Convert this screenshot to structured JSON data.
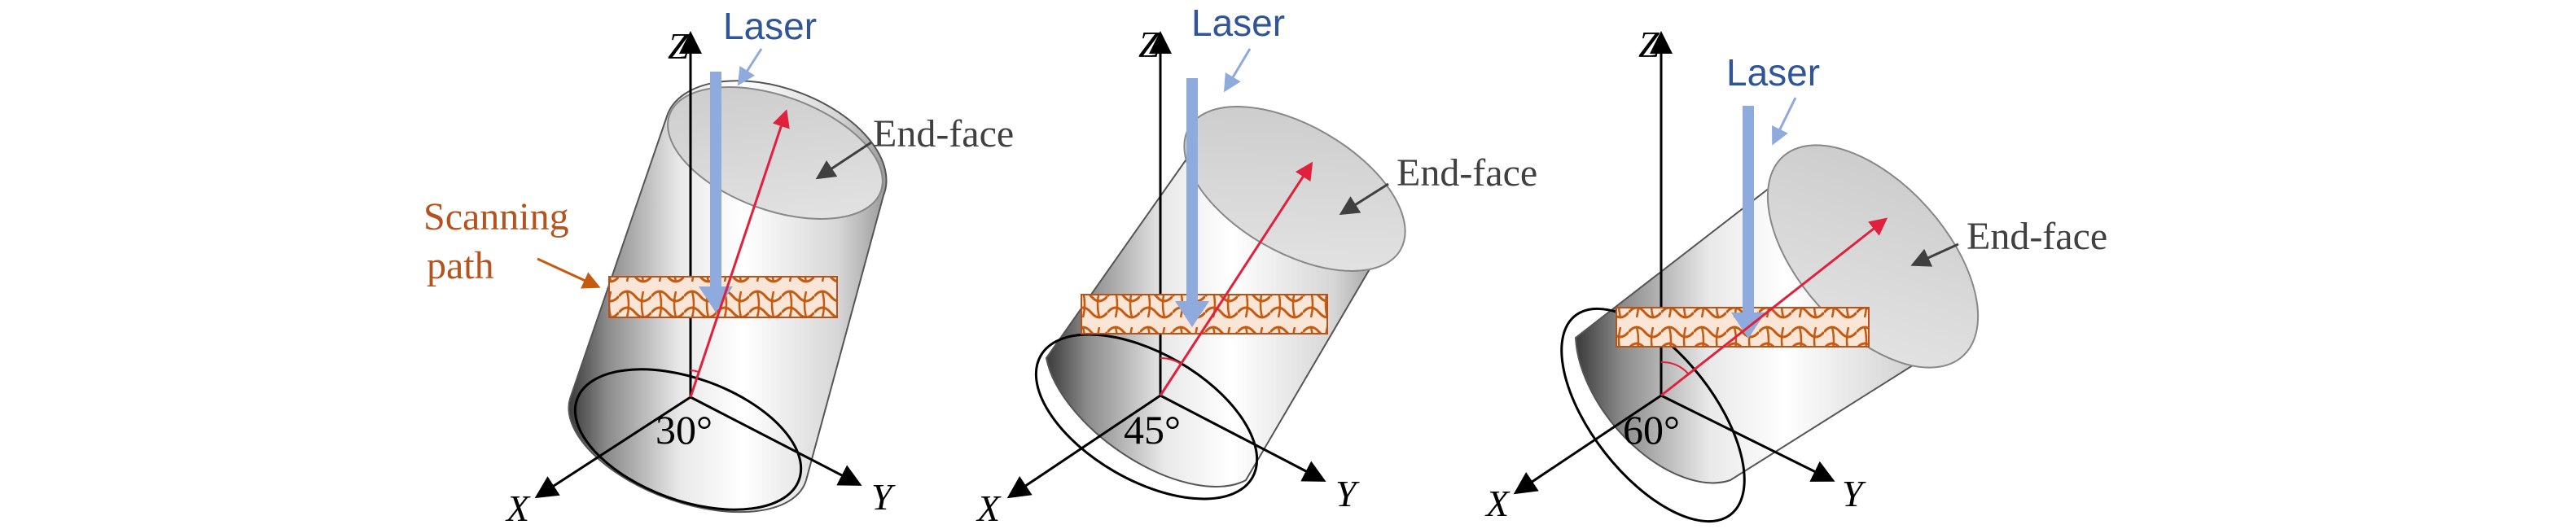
{
  "colors": {
    "laser_text": "#2f5597",
    "laser_beam": "#8faadc",
    "red_vector": "#e0203c",
    "label_gray": "#404040",
    "scanning_text": "#b5531f",
    "path_fill": "#fbe5d6",
    "path_pattern": "#c55a11"
  },
  "panels": [
    {
      "laser_label": "Laser",
      "endface_label": "End-face",
      "angle_label": "30°",
      "axes": {
        "x": "X",
        "y": "Y",
        "z": "Z"
      },
      "scanning_label_line1": "Scanning",
      "scanning_label_line2": "path",
      "tilt_deg": 30
    },
    {
      "laser_label": "Laser",
      "endface_label": "End-face",
      "angle_label": "45°",
      "axes": {
        "x": "X",
        "y": "Y",
        "z": "Z"
      },
      "tilt_deg": 45
    },
    {
      "laser_label": "Laser",
      "endface_label": "End-face",
      "angle_label": "60°",
      "axes": {
        "x": "X",
        "y": "Y",
        "z": "Z"
      },
      "tilt_deg": 60
    }
  ]
}
